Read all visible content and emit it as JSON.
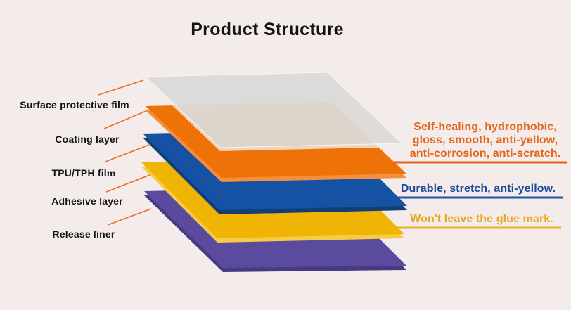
{
  "title": "Product Structure",
  "colors": {
    "background": "#F3ECEA",
    "title_text": "#141414",
    "label_text": "#141414",
    "leader_line": "#E8702E"
  },
  "layers": [
    {
      "label": "Surface protective film",
      "color": "#D6D4D2",
      "edge_color": "#EFEDEA"
    },
    {
      "label": "Coating layer",
      "color": "#EE7208",
      "edge_color": "#F68E3B"
    },
    {
      "label": "TPU/TPH film",
      "color": "#1552A4",
      "edge_color": "#123E76"
    },
    {
      "label": "Adhesive layer",
      "color": "#F0B504",
      "edge_color": "#F6CB45"
    },
    {
      "label": "Release liner",
      "color": "#5B4B9E",
      "edge_color": "#473A82"
    }
  ],
  "annotations": [
    {
      "for_layer": "Coating layer",
      "lines": [
        "Self-healing, hydrophobic,",
        "gloss, smooth, anti-yellow,",
        "anti-corrosion, anti-scratch."
      ],
      "color": "#E4661A",
      "line_color": "#E4611B"
    },
    {
      "for_layer": "TPU/TPH film",
      "lines": [
        "Durable, stretch, anti-yellow."
      ],
      "color": "#1D4C9C",
      "line_color": "#1E55A8"
    },
    {
      "for_layer": "Adhesive layer",
      "lines": [
        "Won't leave the glue mark."
      ],
      "color": "#E8A820",
      "line_color": "#EBB225"
    }
  ]
}
